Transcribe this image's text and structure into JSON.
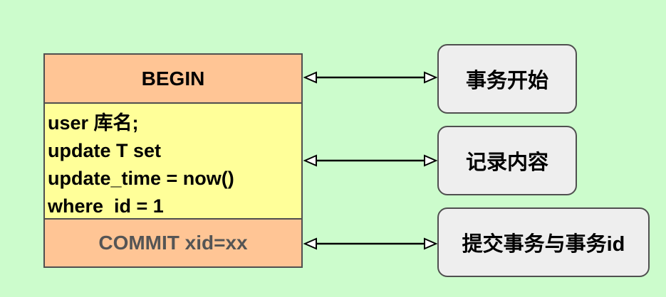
{
  "transaction": {
    "begin_label": "BEGIN",
    "content_lines": [
      "user 库名;",
      "update T set",
      "update_time = now()",
      "where  id = 1"
    ],
    "commit_label": "COMMIT xid=xx"
  },
  "labels": {
    "begin_desc": "事务开始",
    "content_desc": "记录内容",
    "commit_desc": "提交事务与事务id"
  },
  "colors": {
    "background": "#ccfccc",
    "section_orange": "#ffc595",
    "section_yellow": "#ffff99",
    "label_box": "#eeeeee",
    "border": "#4f4f4f",
    "arrow": "#000000"
  }
}
